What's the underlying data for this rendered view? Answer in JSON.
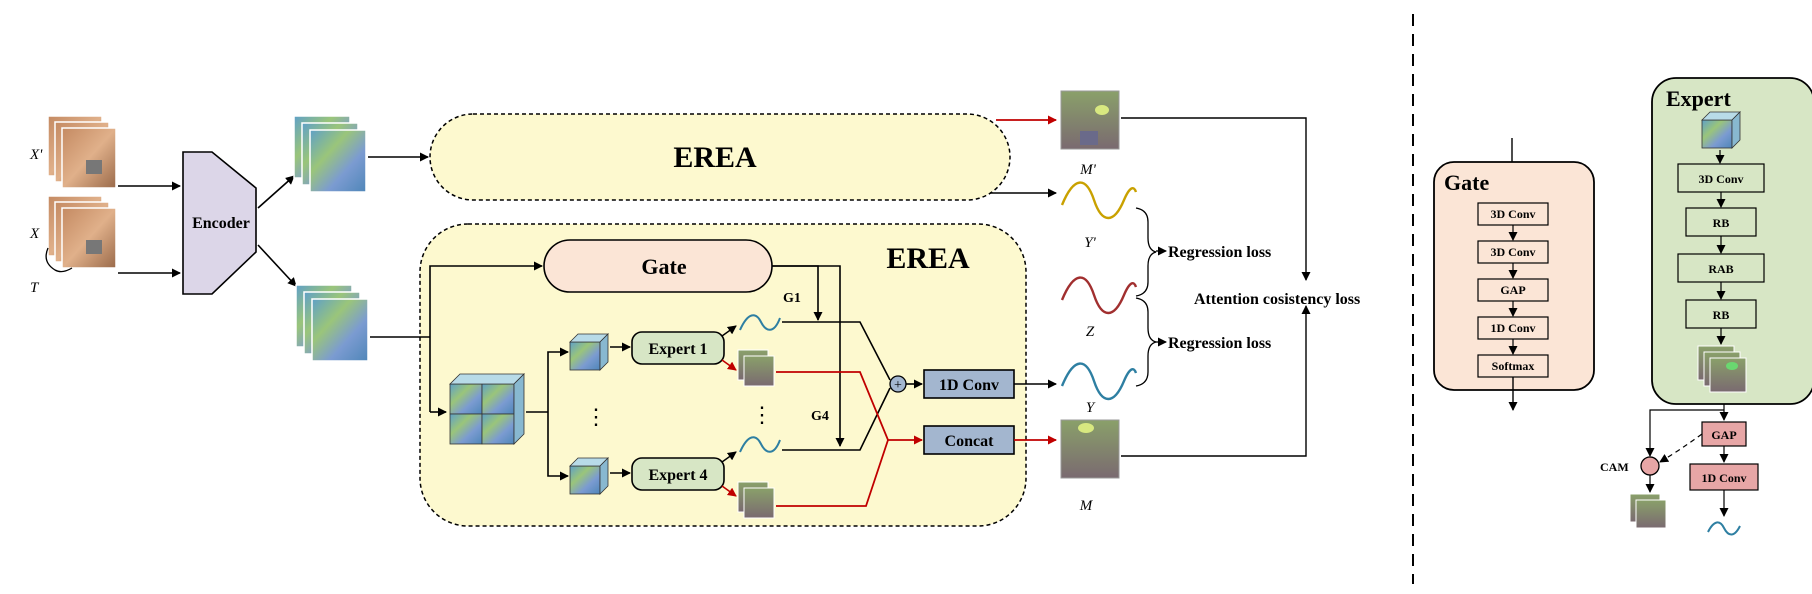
{
  "inputs": {
    "x_prime": "X'",
    "x": "X",
    "t": "T"
  },
  "encoder": {
    "label": "Encoder"
  },
  "erea_top": {
    "label": "EREA"
  },
  "erea_bottom": {
    "label": "EREA",
    "gate": "Gate",
    "g1": "G1",
    "g4": "G4",
    "expert1": "Expert 1",
    "expert4": "Expert 4",
    "dots": "⋮",
    "conv1d": "1D Conv",
    "concat": "Concat"
  },
  "outputs": {
    "m_prime": "M'",
    "y_prime": "Y'",
    "z": "Z",
    "y": "Y",
    "m": "M"
  },
  "losses": {
    "regression_top": "Regression loss",
    "regression_bottom": "Regression loss",
    "attention": "Attention cosistency loss"
  },
  "gate_detail": {
    "title": "Gate",
    "blocks": [
      "3D Conv",
      "3D Conv",
      "GAP",
      "1D Conv",
      "Softmax"
    ]
  },
  "expert_detail": {
    "title": "Expert",
    "blocks": [
      "3D Conv",
      "RB",
      "RAB",
      "RB"
    ],
    "gap": "GAP",
    "conv1d": "1D Conv",
    "cam": "CAM"
  },
  "colors": {
    "erea_fill": "#fdf9cf",
    "gate_fill": "#fbe5d6",
    "expert_fill": "#d7e6c5",
    "encoder_fill": "#dcd6e8",
    "blue_block": "#a3b6cf",
    "red_block": "#e7a6a6",
    "red_arrow": "#c00000",
    "wave_yprime": "#c9a100",
    "wave_z": "#a12f2f",
    "wave_y": "#2e7fa2"
  }
}
